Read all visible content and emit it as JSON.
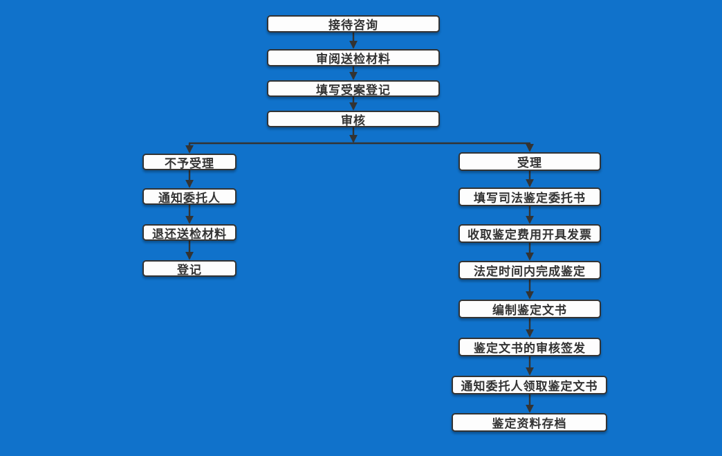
{
  "colors": {
    "background": "#1072cb",
    "box_fill": "#fdfdfd",
    "box_border": "#333333",
    "text": "#333333",
    "arrow": "#333333"
  },
  "flowchart": {
    "intake_column": [
      {
        "id": "reception-consultation",
        "label": "接待咨询"
      },
      {
        "id": "review-submitted-materials",
        "label": "审阅送检材料"
      },
      {
        "id": "fill-case-registration",
        "label": "填写受案登记"
      },
      {
        "id": "review",
        "label": "审核"
      }
    ],
    "reject_branch": [
      {
        "id": "not-accepted",
        "label": "不予受理"
      },
      {
        "id": "notify-client",
        "label": "通知委托人"
      },
      {
        "id": "return-submitted-materials",
        "label": "退还送检材料"
      },
      {
        "id": "register",
        "label": "登记"
      }
    ],
    "accept_branch": [
      {
        "id": "accepted",
        "label": "受理"
      },
      {
        "id": "fill-judicial-appraisal-commission",
        "label": "填写司法鉴定委托书"
      },
      {
        "id": "collect-fee-issue-invoice",
        "label": "收取鉴定费用开具发票"
      },
      {
        "id": "complete-appraisal-within-legal-time",
        "label": "法定时间内完成鉴定"
      },
      {
        "id": "prepare-appraisal-document",
        "label": "编制鉴定文书"
      },
      {
        "id": "review-sign-appraisal-document",
        "label": "鉴定文书的审核签发"
      },
      {
        "id": "notify-client-collect-document",
        "label": "通知委托人领取鉴定文书"
      },
      {
        "id": "archive-appraisal-materials",
        "label": "鉴定资料存档"
      }
    ],
    "edges": [
      [
        "reception-consultation",
        "review-submitted-materials"
      ],
      [
        "review-submitted-materials",
        "fill-case-registration"
      ],
      [
        "fill-case-registration",
        "review"
      ],
      [
        "review",
        "not-accepted"
      ],
      [
        "review",
        "accepted"
      ],
      [
        "not-accepted",
        "notify-client"
      ],
      [
        "notify-client",
        "return-submitted-materials"
      ],
      [
        "return-submitted-materials",
        "register"
      ],
      [
        "accepted",
        "fill-judicial-appraisal-commission"
      ],
      [
        "fill-judicial-appraisal-commission",
        "collect-fee-issue-invoice"
      ],
      [
        "collect-fee-issue-invoice",
        "complete-appraisal-within-legal-time"
      ],
      [
        "complete-appraisal-within-legal-time",
        "prepare-appraisal-document"
      ],
      [
        "prepare-appraisal-document",
        "review-sign-appraisal-document"
      ],
      [
        "review-sign-appraisal-document",
        "notify-client-collect-document"
      ],
      [
        "notify-client-collect-document",
        "archive-appraisal-materials"
      ]
    ]
  }
}
